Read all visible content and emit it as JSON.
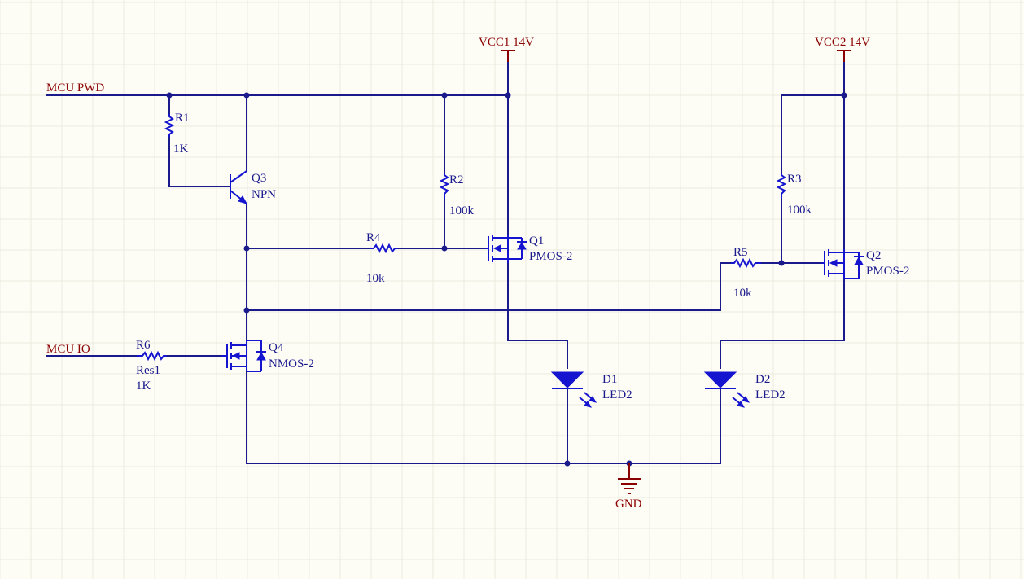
{
  "nets": {
    "mcu_pwd": "MCU PWD",
    "mcu_io": "MCU IO",
    "vcc1": "VCC1 14V",
    "vcc2": "VCC2 14V",
    "gnd": "GND"
  },
  "components": {
    "r1": {
      "designator": "R1",
      "value": "1K"
    },
    "r2": {
      "designator": "R2",
      "value": "100k"
    },
    "r3": {
      "designator": "R3",
      "value": "100k"
    },
    "r4": {
      "designator": "R4",
      "value": "10k"
    },
    "r5": {
      "designator": "R5",
      "value": "10k"
    },
    "r6": {
      "designator": "R6",
      "comment": "Res1",
      "value": "1K"
    },
    "q1": {
      "designator": "Q1",
      "type": "PMOS-2"
    },
    "q2": {
      "designator": "Q2",
      "type": "PMOS-2"
    },
    "q3": {
      "designator": "Q3",
      "type": "NPN"
    },
    "q4": {
      "designator": "Q4",
      "type": "NMOS-2"
    },
    "d1": {
      "designator": "D1",
      "type": "LED2"
    },
    "d2": {
      "designator": "D2",
      "type": "LED2"
    }
  },
  "colors": {
    "background": "#fdfcf5",
    "wire": "#1a1a8c",
    "component": "#1515cf",
    "power_net": "#8b0000",
    "grid": "#ecebdf"
  }
}
